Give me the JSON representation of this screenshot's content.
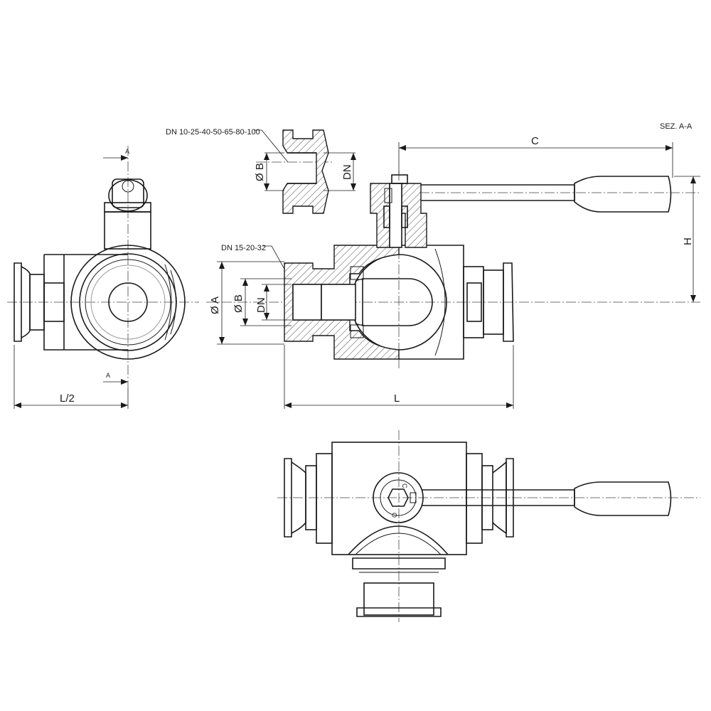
{
  "section_title": "SEZ. A-A",
  "notes": {
    "dn_large": "DN 10-25-40-50-65-80-100",
    "dn_small": "DN 15-20-32"
  },
  "dimensions": {
    "l_half": "L/2",
    "l": "L",
    "c": "C",
    "h": "H",
    "dia_a": "Ø A",
    "dia_b_detail": "Ø B",
    "dn_detail": "DN",
    "dia_b": "Ø B",
    "dn": "DN"
  },
  "section_marks": {
    "top": "A",
    "bottom": "A"
  },
  "position_marks": {
    "c": "C",
    "o": "O"
  }
}
